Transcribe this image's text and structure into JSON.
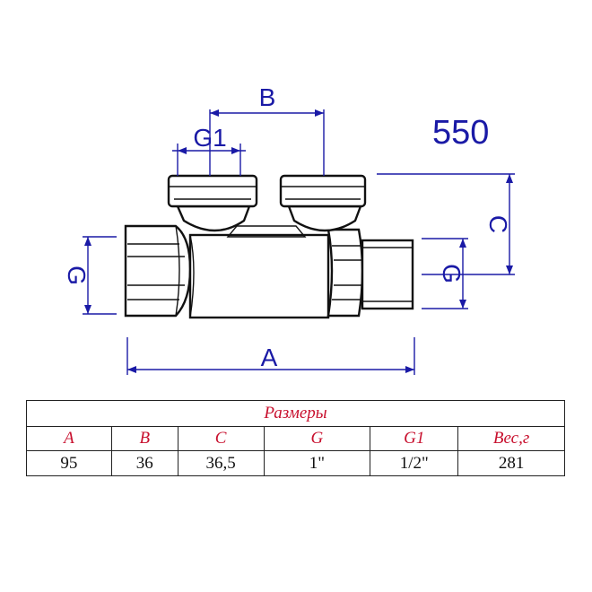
{
  "model": "550",
  "dimension_labels": {
    "a": "A",
    "b": "B",
    "c": "C",
    "g_left": "G",
    "g_right": "G",
    "g1": "G1"
  },
  "table": {
    "title": "Размеры",
    "headers": [
      "A",
      "B",
      "C",
      "G",
      "G1",
      "Вес,г"
    ],
    "values": [
      "95",
      "36",
      "36,5",
      "1\"",
      "1/2\"",
      "281"
    ]
  }
}
